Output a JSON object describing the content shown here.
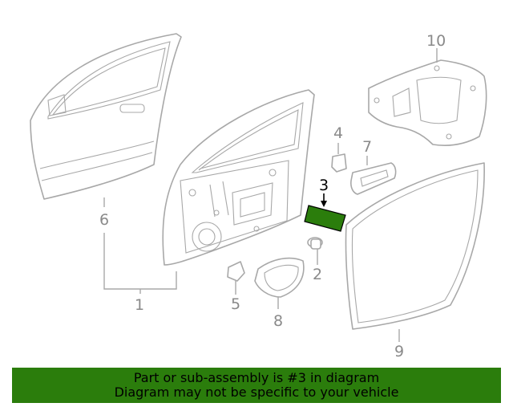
{
  "diagram": {
    "callouts": {
      "c1": "1",
      "c2": "2",
      "c3": "3",
      "c4": "4",
      "c5": "5",
      "c6": "6",
      "c7": "7",
      "c8": "8",
      "c9": "9",
      "c10": "10"
    },
    "highlight_color": "#2b7d0c",
    "line_color": "#a8a8a8"
  },
  "banner": {
    "line1": "Part or sub-assembly is #3 in diagram",
    "line2": "Diagram may not be specific to your vehicle",
    "background": "#2b7d0c"
  }
}
